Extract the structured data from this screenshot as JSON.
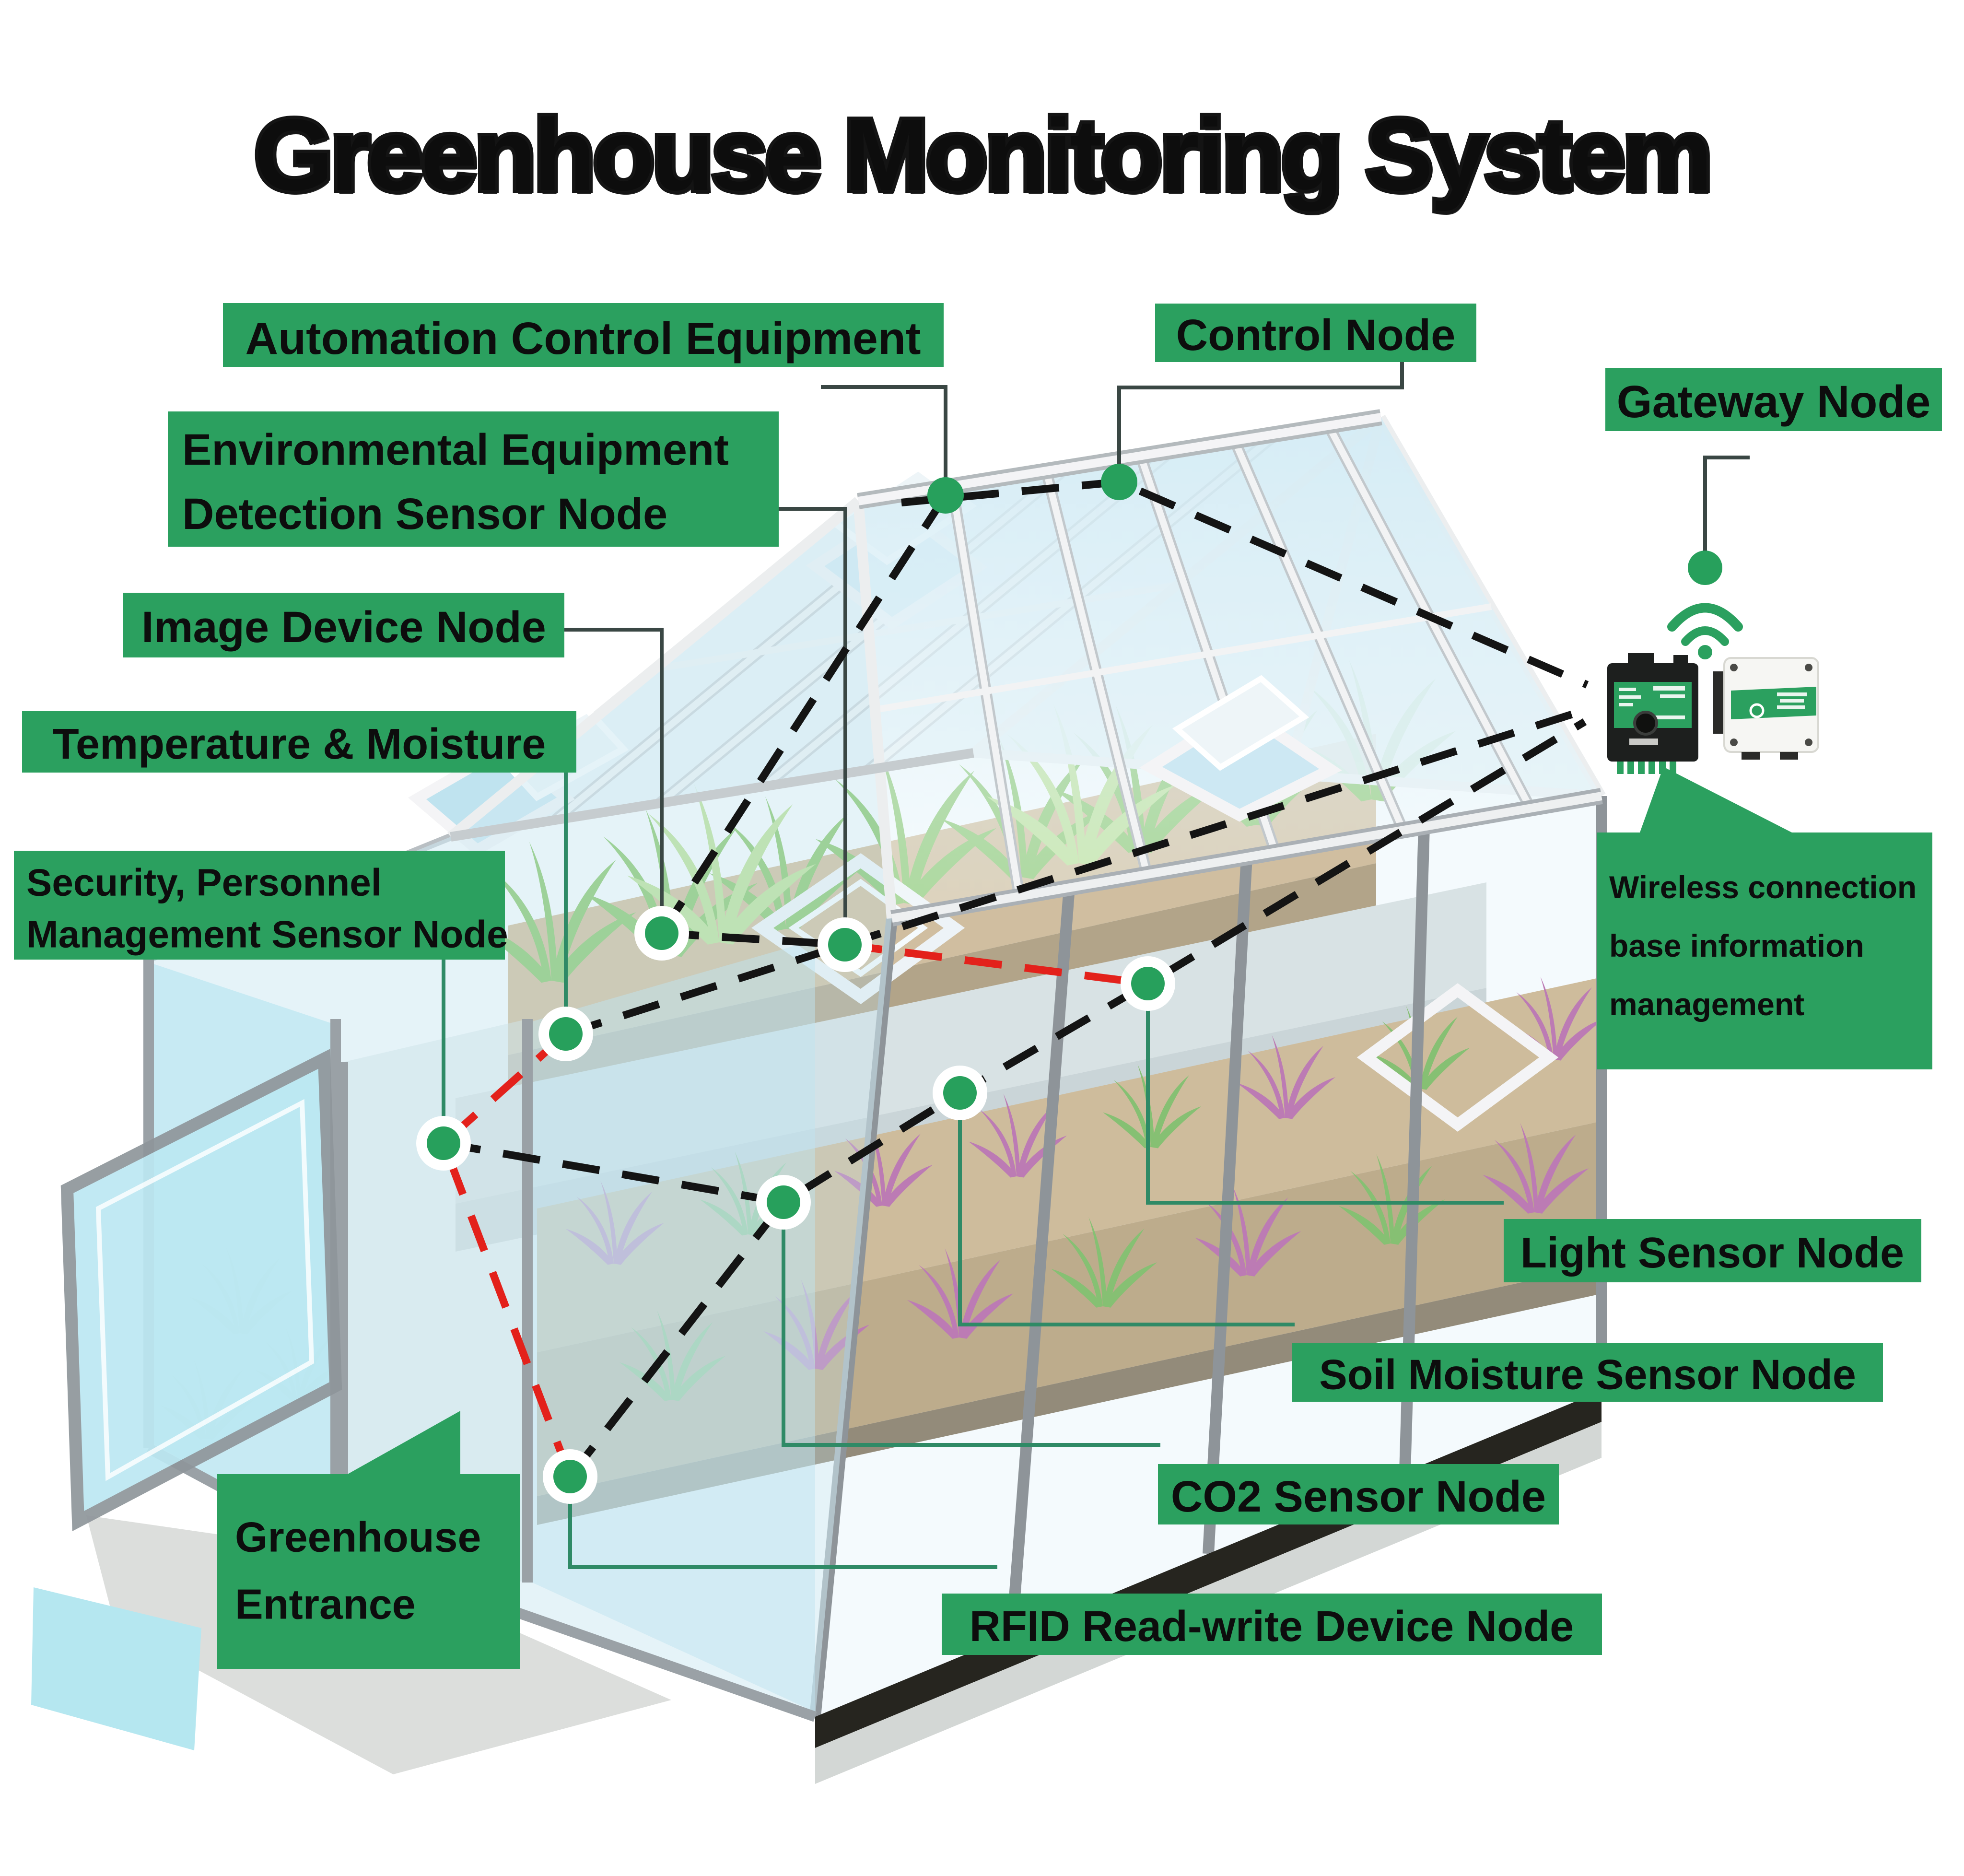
{
  "title": "Greenhouse Monitoring System",
  "colors": {
    "label_bg": "#2BA05F",
    "label_text": "#0D0D0D",
    "title_fill": "#F5E203",
    "title_outline": "#141414",
    "node_green": "#27A05C",
    "dashed_black": "#141414",
    "dashed_red": "#E3211B",
    "connector_green": "#2F8A66",
    "connector_dark": "#3A4744"
  },
  "labels": {
    "automation": {
      "text": "Automation Control Equipment"
    },
    "environmental": {
      "line1": "Environmental Equipment",
      "line2": "Detection Sensor Node"
    },
    "image_device": {
      "text": "Image Device Node"
    },
    "temperature": {
      "text": "Temperature & Moisture"
    },
    "security": {
      "line1": "Security, Personnel",
      "line2": "Management Sensor Node"
    },
    "control_node": {
      "text": "Control Node"
    },
    "gateway_node": {
      "text": "Gateway Node"
    },
    "wireless": {
      "line1": "Wireless connection",
      "line2": "base information",
      "line3": "management"
    },
    "light_sensor": {
      "text": "Light Sensor Node"
    },
    "soil_moisture": {
      "text": "Soil Moisture Sensor Node"
    },
    "co2": {
      "text": "CO2 Sensor Node"
    },
    "rfid": {
      "text": "RFID Read-write Device Node"
    },
    "entrance": {
      "line1": "Greenhouse",
      "line2": "Entrance"
    }
  }
}
